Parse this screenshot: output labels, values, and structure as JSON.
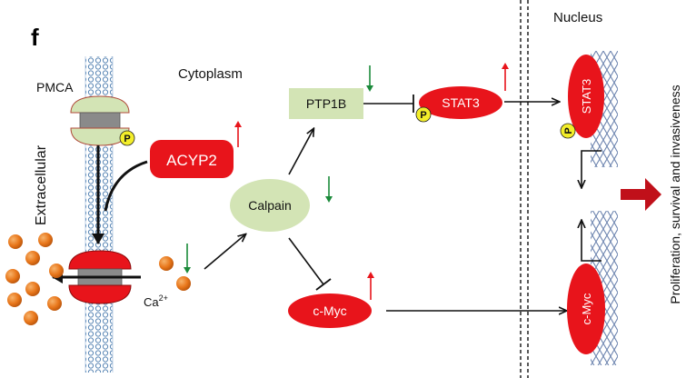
{
  "panel_letter": "f",
  "compartments": {
    "extracellular": "Extracellular",
    "cytoplasm": "Cytoplasm",
    "nucleus": "Nucleus"
  },
  "nodes": {
    "pmca": "PMCA",
    "acyp2": "ACYP2",
    "calpain": "Calpain",
    "ptp1b": "PTP1B",
    "stat3": "STAT3",
    "cmyc": "c-Myc",
    "stat3_nuclear": "STAT3",
    "cmyc_nuclear": "c-Myc",
    "calcium": "Ca",
    "calcium_sup": "2+",
    "phospho": "P",
    "outcome": "Proliferation, survival and invasiveness"
  },
  "regulation": {
    "acyp2": "up",
    "calcium": "down",
    "calpain": "down",
    "ptp1b": "down",
    "stat3": "up",
    "cmyc": "up"
  },
  "colors": {
    "red_node": "#e8141b",
    "green_node": "#d3e4b5",
    "up_arrow": "#e8141b",
    "down_arrow": "#1b8a3a",
    "membrane": "#5b87b5",
    "calcium": "#e8761a",
    "phospho": "#f3ee2a",
    "outcome_arrow": "#c0101a"
  }
}
